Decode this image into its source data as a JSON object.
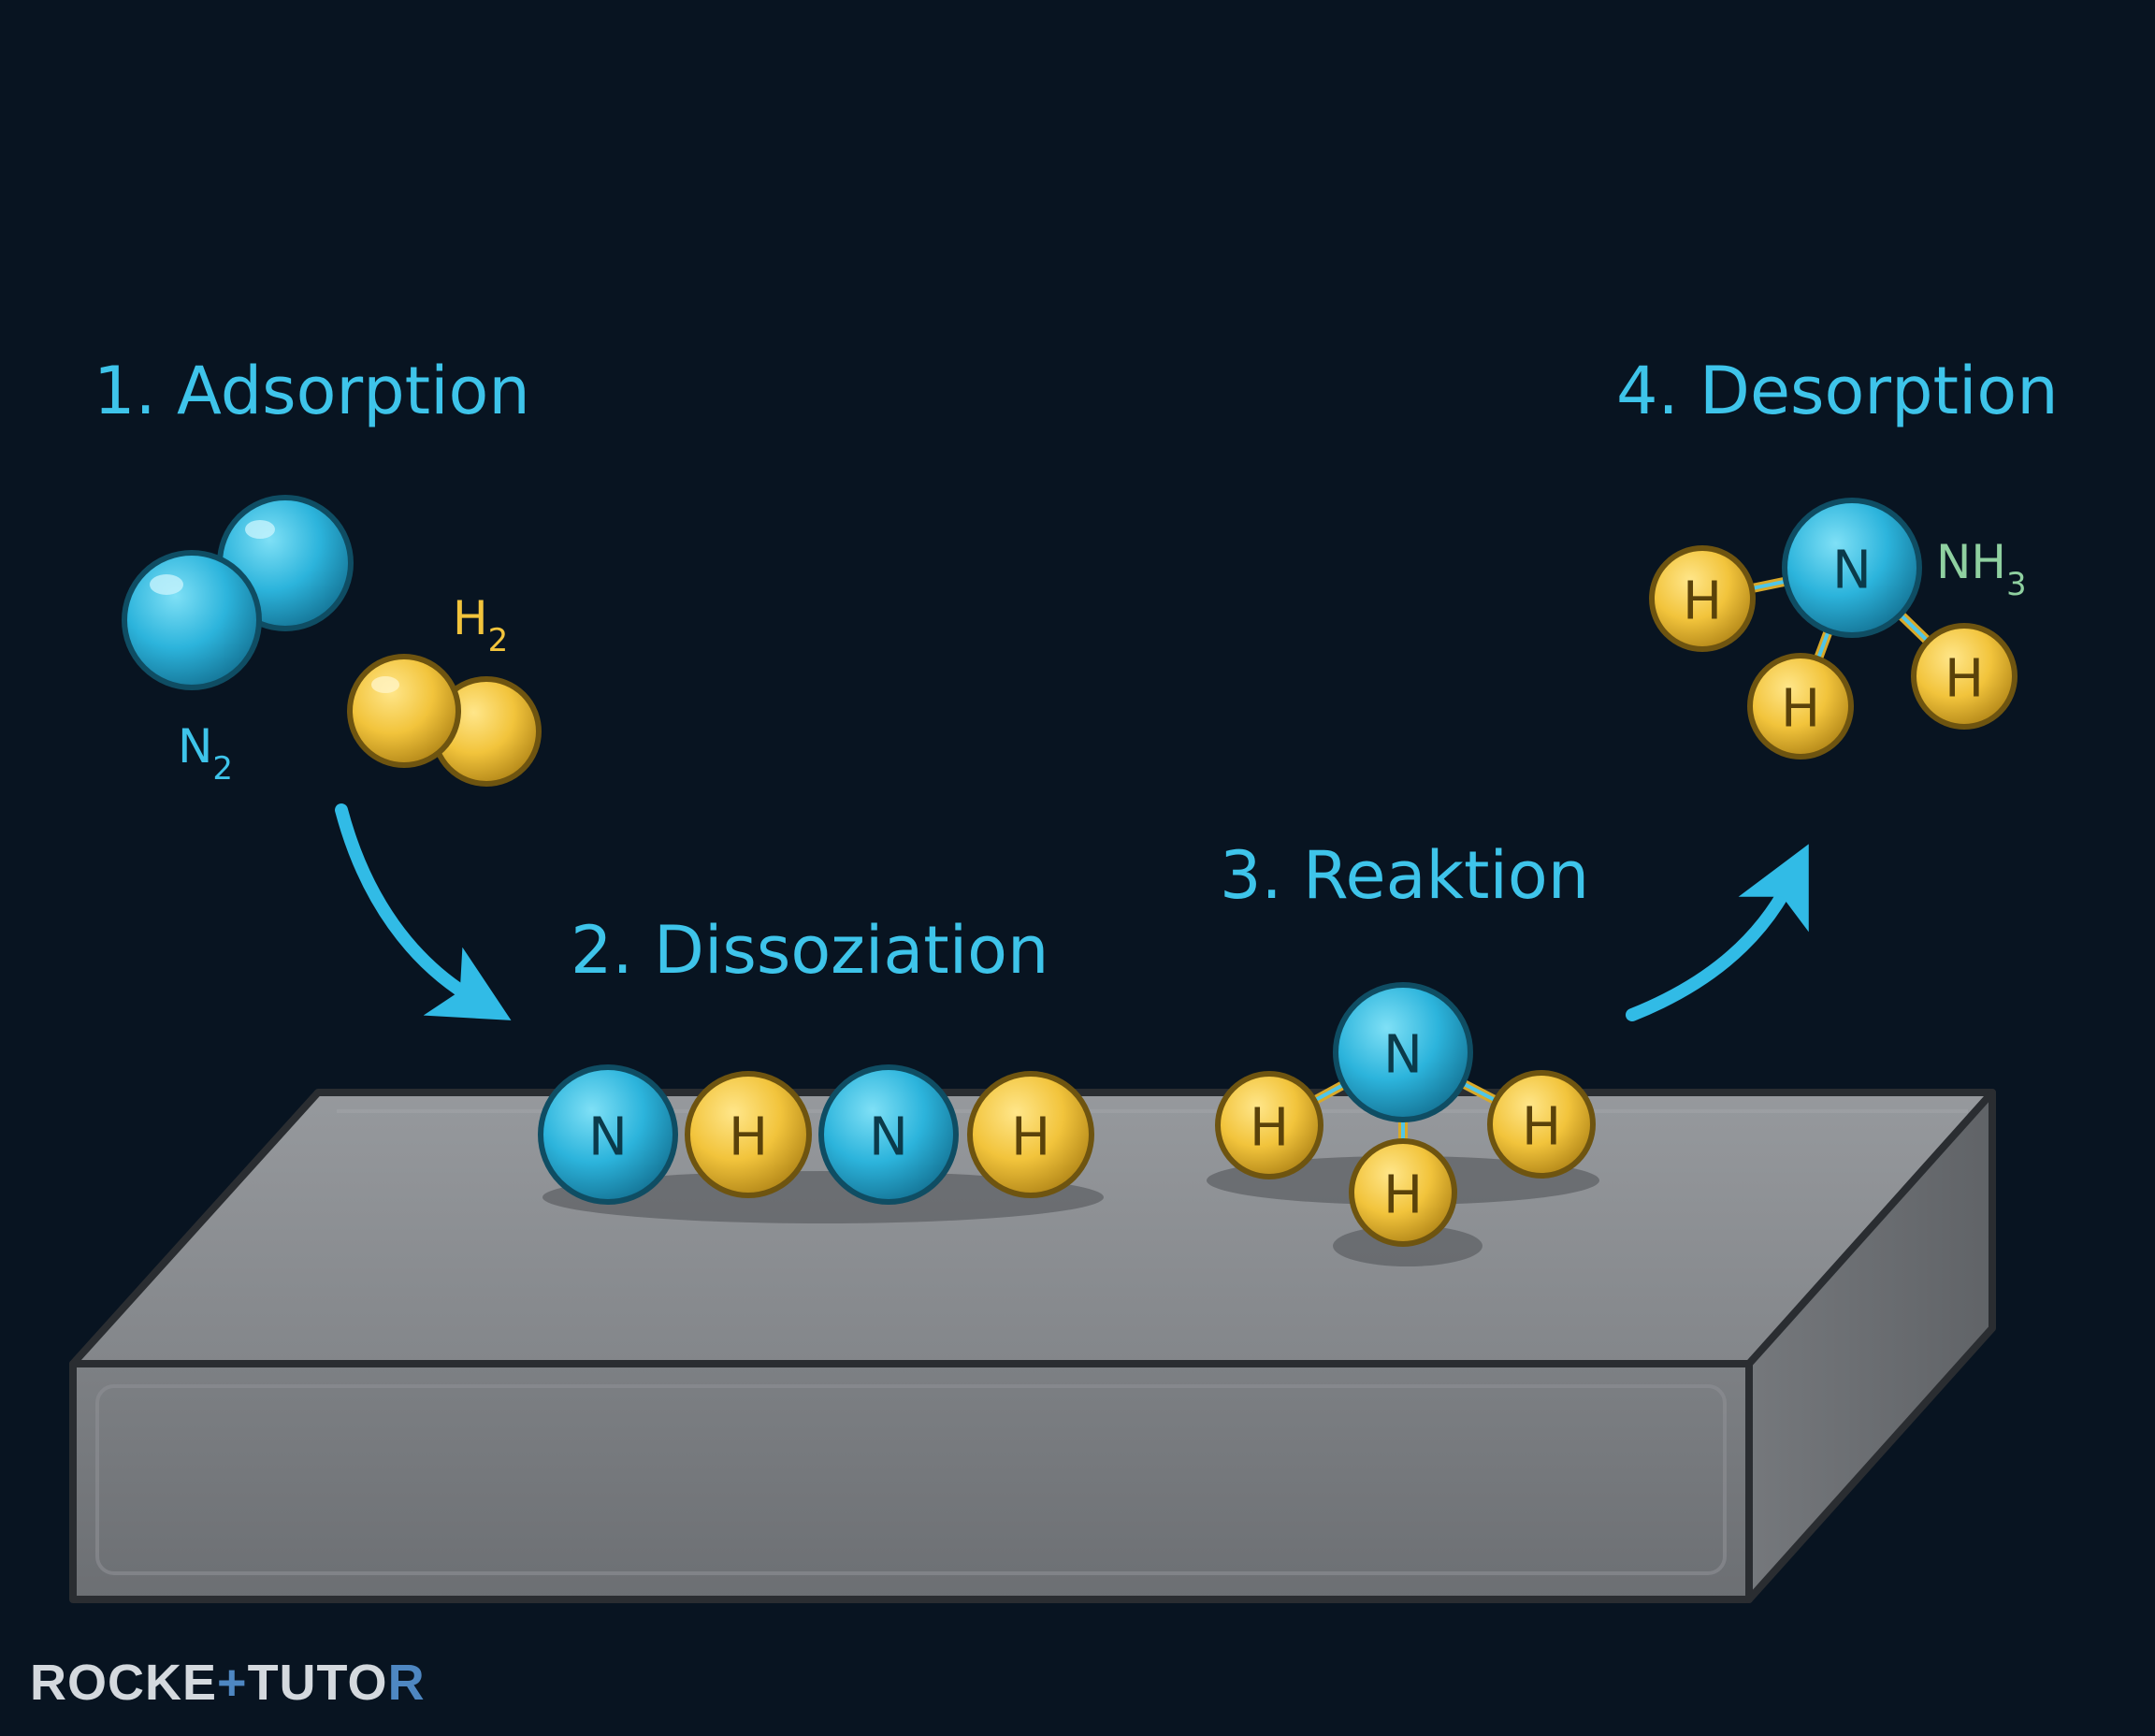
{
  "steps": {
    "adsorption": "1. Adsorption",
    "dissociation": "2. Dissoziation",
    "reaction": "3. Reaktion",
    "desorption": "4. Desorption"
  },
  "molecules": {
    "n2": {
      "symbol": "N",
      "subscript": "2"
    },
    "h2": {
      "symbol": "H",
      "subscript": "2"
    },
    "nh3": {
      "symbol": "NH",
      "subscript": "3"
    }
  },
  "atoms": {
    "nitrogen": "N",
    "hydrogen": "H"
  },
  "colors": {
    "background": "#081421",
    "label": "#3ec4ea",
    "nitrogen": "#2cb4dc",
    "hydrogen": "#f2c43c",
    "nh3_label": "#8fd0a0",
    "surface": "#8b8e92"
  },
  "brand": {
    "part1": "ROCKE",
    "part2": "+",
    "part3": "TUTO",
    "part4": "R"
  }
}
